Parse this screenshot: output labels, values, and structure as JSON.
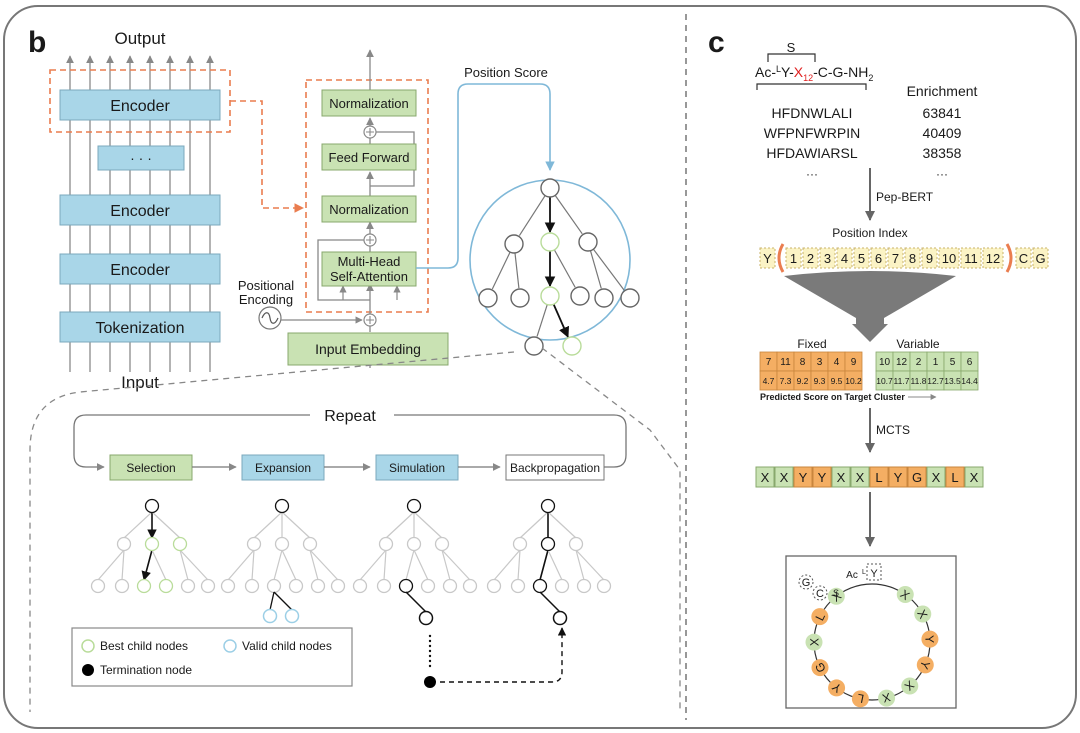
{
  "panel_b": {
    "letter": "b",
    "output_label": "Output",
    "input_label": "Input",
    "encoder_label": "Encoder",
    "ellipsis_label": "· · ·",
    "tokenization_label": "Tokenization",
    "positional_encoding_line1": "Positional",
    "positional_encoding_line2": "Encoding",
    "normalization_label": "Normalization",
    "feed_forward_label": "Feed Forward",
    "mha_line1": "Multi-Head",
    "mha_line2": "Self-Attention",
    "input_embedding_label": "Input Embedding",
    "position_score_label": "Position Score",
    "repeat_label": "Repeat",
    "steps": [
      "Selection",
      "Expansion",
      "Simulation",
      "Backpropagation"
    ],
    "legend": {
      "best": "Best child nodes",
      "valid": "Valid child nodes",
      "termination": "Termination node"
    }
  },
  "panel_c": {
    "letter": "c",
    "formula": {
      "s": "S",
      "ac": "Ac-",
      "l": "L",
      "y": "Y-",
      "x": "X",
      "sub": "12",
      "tail": "-C-G-NH",
      "nh_sub": "2"
    },
    "enrichment_header": "Enrichment",
    "sequences": [
      {
        "seq": "HFDNWLALI",
        "enrichment": "63841"
      },
      {
        "seq": "WFPNFWRPIN",
        "enrichment": "40409"
      },
      {
        "seq": "HFDAWIARSL",
        "enrichment": "38358"
      }
    ],
    "seq_ellipsis": "···",
    "enr_ellipsis": "···",
    "pep_bert_label": "Pep-BERT",
    "position_index_label": "Position Index",
    "position_index": [
      "Y",
      "1",
      "2",
      "3",
      "4",
      "5",
      "6",
      "7",
      "8",
      "9",
      "10",
      "11",
      "12",
      "C",
      "G"
    ],
    "fixed_label": "Fixed",
    "variable_label": "Variable",
    "fixed_grid": {
      "row1": [
        "7",
        "11",
        "8",
        "3",
        "4",
        "9"
      ],
      "row2": [
        "4.7",
        "7.3",
        "9.2",
        "9.3",
        "9.5",
        "10.2"
      ]
    },
    "variable_grid": {
      "row1": [
        "10",
        "12",
        "2",
        "1",
        "5",
        "6"
      ],
      "row2": [
        "10.7",
        "11.7",
        "11.8",
        "12.7",
        "13.5",
        "14.4"
      ]
    },
    "predicted_score_label": "Predicted Score on Target Cluster",
    "mcts_label": "MCTS",
    "result_sequence": [
      "X",
      "X",
      "Y",
      "Y",
      "X",
      "X",
      "L",
      "Y",
      "G",
      "X",
      "L",
      "X"
    ],
    "result_types": [
      "v",
      "v",
      "f",
      "f",
      "v",
      "v",
      "f",
      "f",
      "f",
      "v",
      "f",
      "v"
    ],
    "cyclic": {
      "g": "G",
      "c": "C",
      "s": "S",
      "ac": "Ac",
      "l": "L",
      "y": "Y"
    },
    "ring_letters": [
      "X",
      "X",
      "Y",
      "Y",
      "X",
      "X",
      "L",
      "Y",
      "G",
      "X",
      "L",
      "X"
    ]
  },
  "colors": {
    "encoder_fill": "#a9d6e8",
    "green_fill": "#c9e2b3",
    "orange_fill": "#f4ae63",
    "yellow_fill": "#fbf3c5",
    "red_dash": "#ea7d4f",
    "blue_line": "#7fb8d8",
    "grey_line": "#8a8a8a"
  }
}
